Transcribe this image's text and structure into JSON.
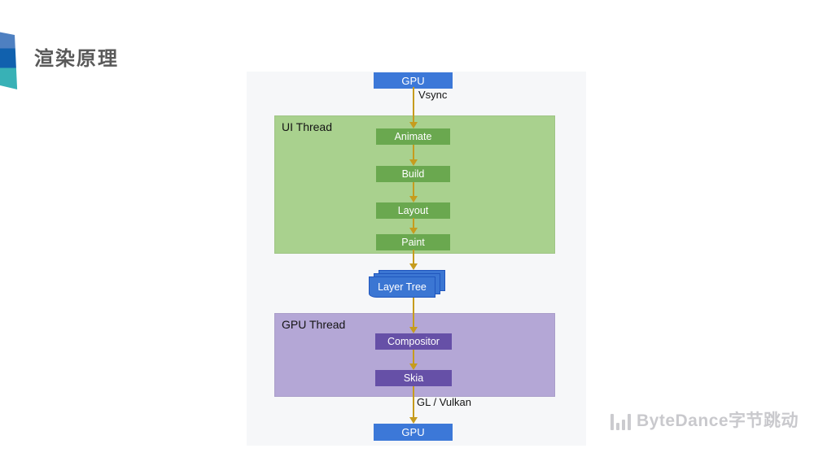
{
  "slide": {
    "title": "渲染原理",
    "brand": {
      "name": "ByteDance字节跳动",
      "icon": "equalizer-bars-icon"
    }
  },
  "diagram": {
    "vsync_source": {
      "label": "GPU"
    },
    "vsync_label": "Vsync",
    "ui_thread": {
      "label": "UI Thread",
      "steps": [
        {
          "label": "Animate"
        },
        {
          "label": "Build"
        },
        {
          "label": "Layout"
        },
        {
          "label": "Paint"
        }
      ]
    },
    "layer_tree": {
      "label": "Layer Tree"
    },
    "gpu_thread": {
      "label": "GPU Thread",
      "steps": [
        {
          "label": "Compositor"
        },
        {
          "label": "Skia"
        }
      ]
    },
    "gl_vulkan_label": "GL / Vulkan",
    "gpu_bottom": {
      "label": "GPU"
    }
  },
  "colors": {
    "node_blue": "#3C78D8",
    "ui_thread_bg": "#A9D18E",
    "ui_step_green": "#6AA84F",
    "gpu_thread_bg": "#B4A7D6",
    "gpu_step_purple": "#6650A7",
    "layer_tree_blue": "#3B76D3",
    "arrow_gold": "#C69C1E",
    "panel_bg": "#F6F7F9",
    "title_gray": "#595959",
    "brand_gray": "#C9C9CD",
    "logo_band_top": "#4E80C1",
    "logo_band_mid": "#1161AE",
    "logo_band_bottom": "#38B1B6"
  }
}
